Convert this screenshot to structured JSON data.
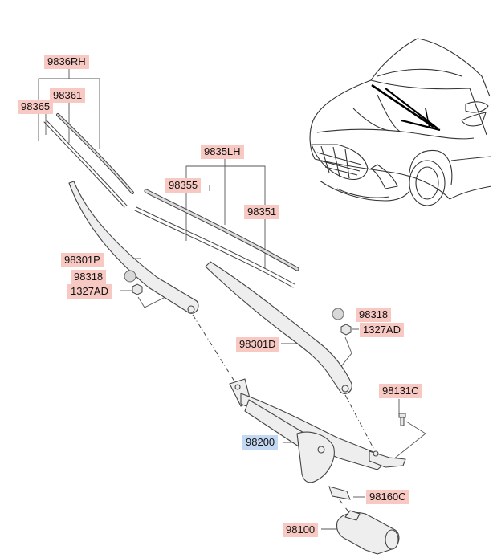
{
  "diagram": {
    "colors": {
      "label_bg": "#f8c9c3",
      "label_highlight_bg": "#c3d8f2",
      "line": "#555555",
      "part_outline": "#444444",
      "part_fill": "#eeeeee",
      "car_stroke": "#333333"
    },
    "icons": [
      "car-front-icon",
      "wiper-blade-icon",
      "wiper-arm-icon",
      "wiper-linkage-icon",
      "wiper-motor-icon",
      "bolt-icon",
      "nut-icon",
      "cap-icon"
    ],
    "labels": {
      "p9836rh": "9836RH",
      "p98361": "98361",
      "p98365": "98365",
      "p9835lh": "9835LH",
      "p98355": "98355",
      "p98351": "98351",
      "p98301p": "98301P",
      "p98318_left": "98318",
      "p1327ad_left": "1327AD",
      "p98318_right": "98318",
      "p1327ad_right": "1327AD",
      "p98301d": "98301D",
      "p98131c": "98131C",
      "p98200": "98200",
      "p98160c": "98160C",
      "p98100": "98100"
    }
  }
}
